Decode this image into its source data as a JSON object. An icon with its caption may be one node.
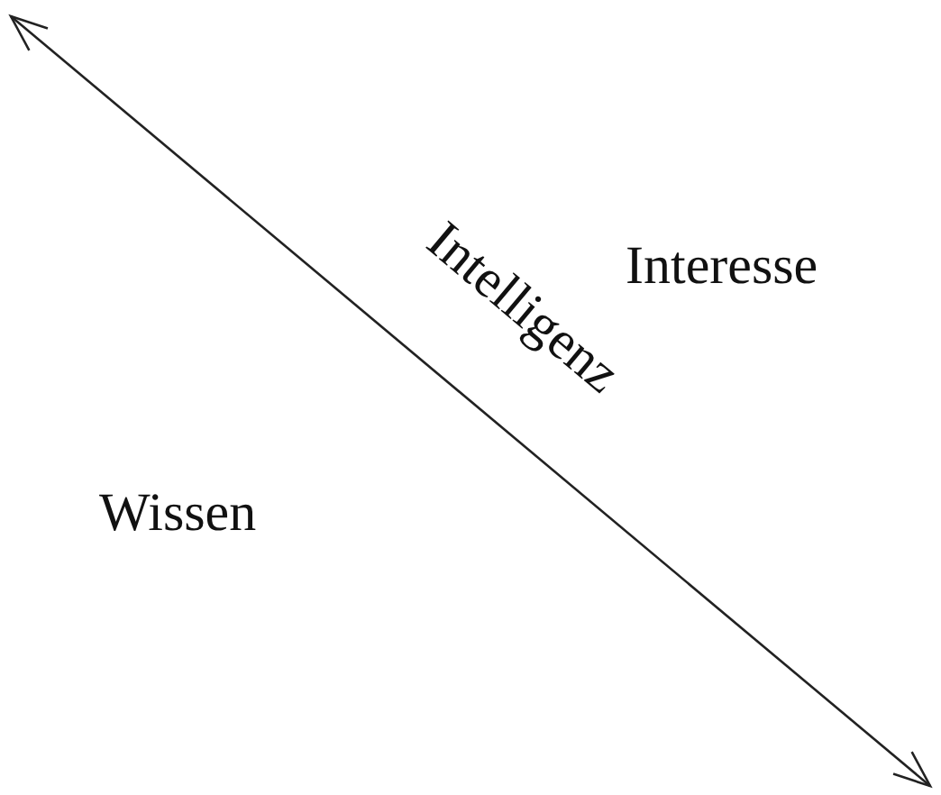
{
  "diagram": {
    "labels": [
      "Intelligenz",
      "Interesse",
      "Wissen"
    ]
  }
}
